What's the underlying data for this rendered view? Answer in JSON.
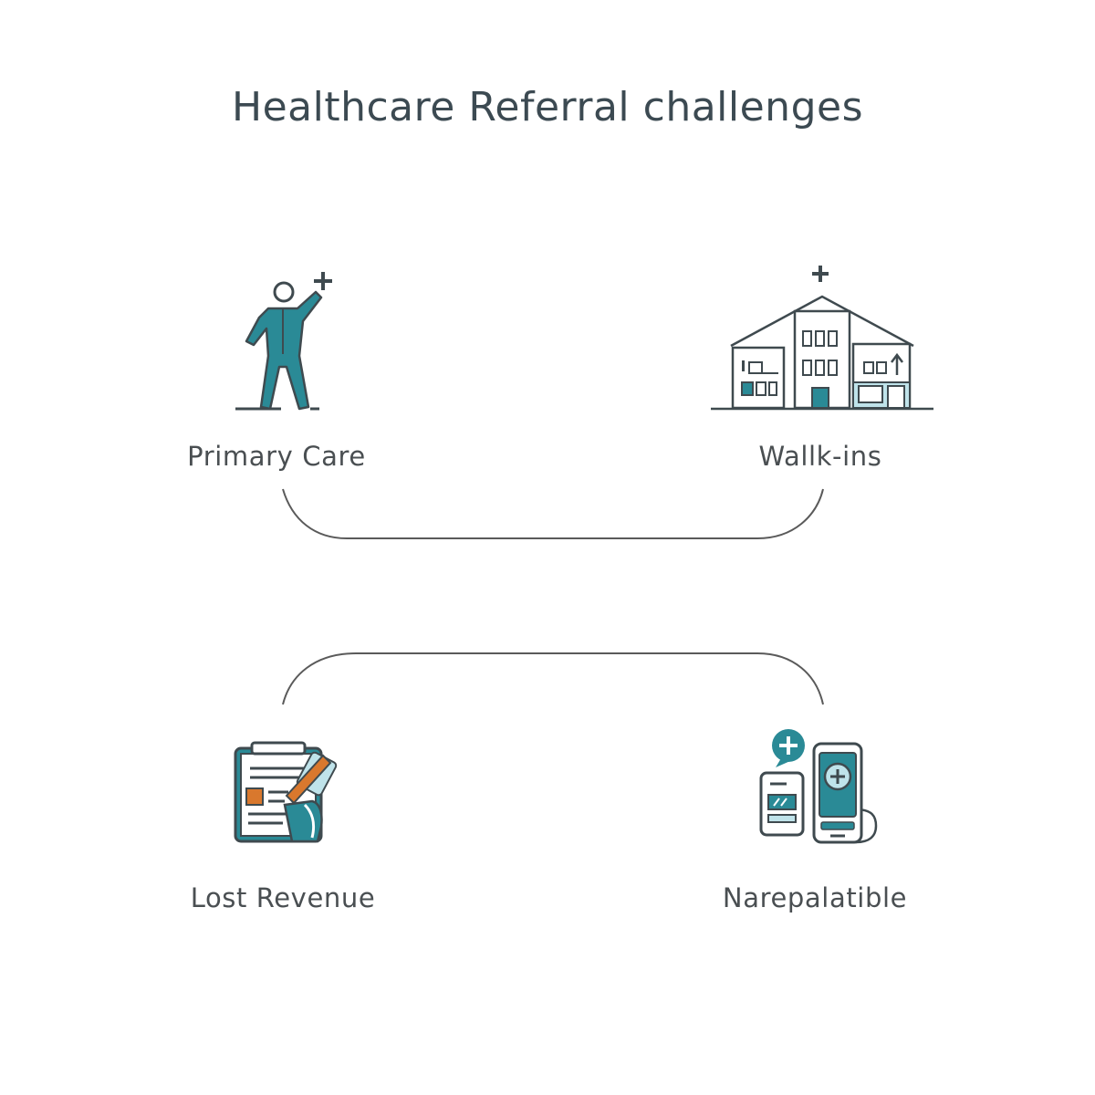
{
  "title": "Healthcare Referral challenges",
  "nodes": [
    {
      "id": "primary-care",
      "label": "Primary Care",
      "icon": "person-plus-icon"
    },
    {
      "id": "walk-ins",
      "label": "Wallk-ins",
      "icon": "clinic-building-icon"
    },
    {
      "id": "lost-revenue",
      "label": "Lost Revenue",
      "icon": "clipboard-pen-icon"
    },
    {
      "id": "narepalatible",
      "label": "Narepalatible",
      "icon": "mobile-health-icon"
    }
  ],
  "colors": {
    "teal": "#2a8a96",
    "dark": "#3f4a4f",
    "orange": "#d9782d",
    "light_teal": "#bfe3ea"
  }
}
